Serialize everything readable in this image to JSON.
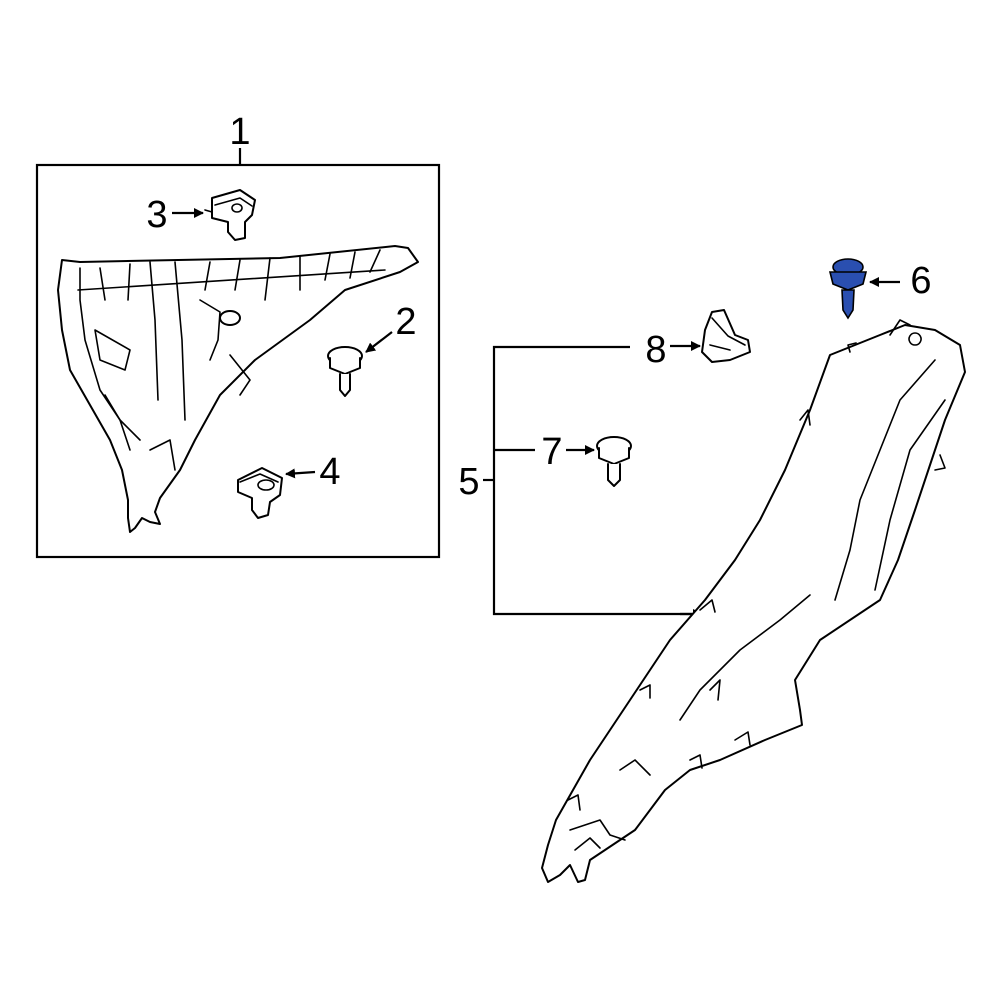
{
  "diagram": {
    "callouts": [
      {
        "id": "1",
        "label": "1"
      },
      {
        "id": "2",
        "label": "2"
      },
      {
        "id": "3",
        "label": "3"
      },
      {
        "id": "4",
        "label": "4"
      },
      {
        "id": "5",
        "label": "5"
      },
      {
        "id": "6",
        "label": "6"
      },
      {
        "id": "7",
        "label": "7"
      },
      {
        "id": "8",
        "label": "8"
      }
    ],
    "highlight_color": "#2a4fb0",
    "line_color": "#000000",
    "background_color": "#ffffff"
  }
}
